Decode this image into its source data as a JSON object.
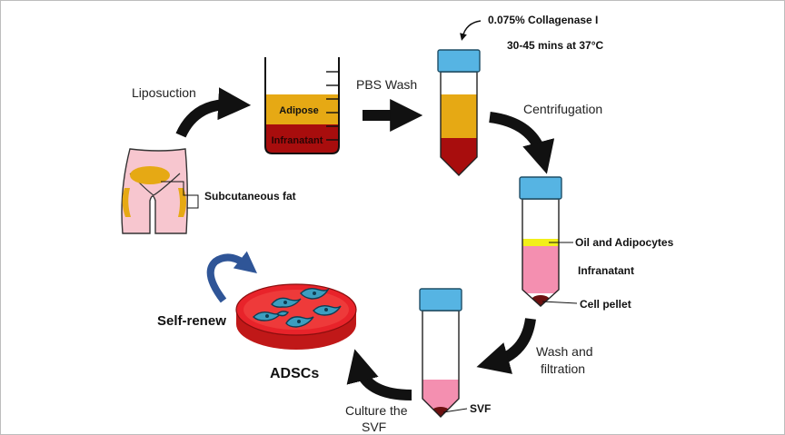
{
  "colors": {
    "adipose": "#e6a914",
    "infranatant_dark": "#a80d0d",
    "infranatant_pink": "#f48fb0",
    "oil_layer": "#f2ef1a",
    "pellet": "#6b1010",
    "cap": "#56b4e3",
    "skin": "#f7c6cf",
    "dish_red": "#e8232a",
    "cell": "#3c9ebf",
    "arrow": "#111111",
    "self_renew_arrow": "#2f5597"
  },
  "labels": {
    "liposuction": "Liposuction",
    "subcutaneous_fat": "Subcutaneous fat",
    "adipose": "Adipose",
    "infranatant_beaker": "Infranatant",
    "pbs_wash": "PBS Wash",
    "collagenase": "0.075% Collagenase I",
    "incubation": "30-45 mins at 37°C",
    "centrifugation": "Centrifugation",
    "oil_adipocytes": "Oil and Adipocytes",
    "infranatant": "Infranatant",
    "cell_pellet": "Cell pellet",
    "wash_line1": "Wash and",
    "wash_line2": "filtration",
    "svf": "SVF",
    "culture_line1": "Culture the",
    "culture_line2": "SVF",
    "adscs": "ADSCs",
    "self_renew": "Self-renew"
  },
  "icons": [
    "body-silhouette-icon",
    "beaker-icon",
    "centrifuge-tube-icon",
    "petri-dish-icon",
    "curved-arrow-icon"
  ]
}
